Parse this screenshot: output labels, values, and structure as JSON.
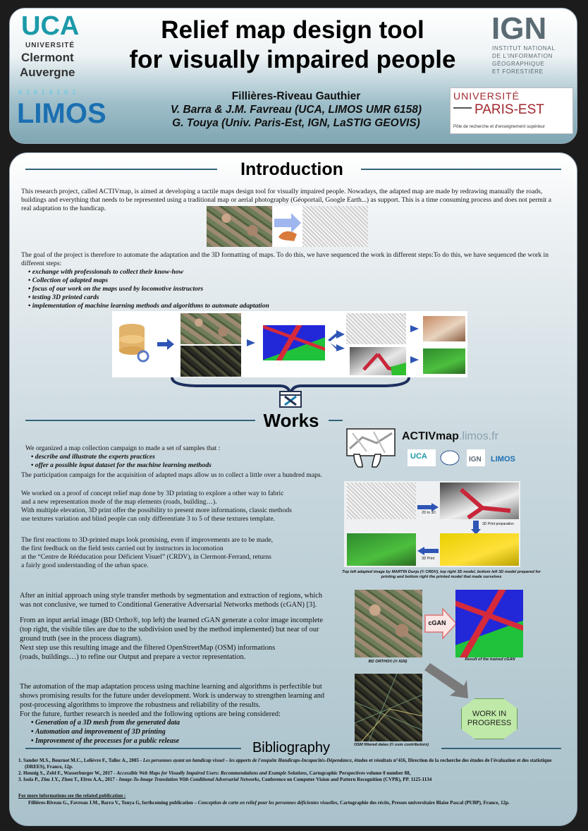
{
  "header": {
    "title_line1": "Relief map design tool",
    "title_line2": "for visually impaired people",
    "author_main": "Fillières-Riveau Gauthier",
    "author_line2": "V. Barra & J.M. Favreau (UCA, LIMOS UMR 6158)",
    "author_line3": "G. Touya (Univ. Paris-Est, IGN, LaSTIG GEOVIS)"
  },
  "logos": {
    "uca_abbr": "UCA",
    "uca_line1": "UNIVERSITÉ",
    "uca_line2": "Clermont",
    "uca_line3": "Auvergne",
    "limos": "LIMOS",
    "ign": "IGN",
    "ign_line1": "INSTITUT NATIONAL",
    "ign_line2": "DE L'INFORMATION",
    "ign_line3": "GÉOGRAPHIQUE",
    "ign_line4": "ET FORESTIÈRE",
    "pe_line1": "UNIVERSITÉ",
    "pe_line2": "PARIS-EST",
    "pe_line3": "Pôle de recherche et d'enseignement supérieur"
  },
  "intro": {
    "title": "Introduction",
    "para1": "This research project, called ACTIVmap, is aimed at developing a tactile maps design tool for visually impaired people. Nowadays, the adapted map are made by redrawing manually the roads, buildings and everything that needs to be represented using a traditional map or aerial photography (Géoportail, Google Earth...) as support. This is a time consuming process and does not permit a real adaptation to the handicap.",
    "para2": "The goal of the project is therefore to automate the adaptation and the 3D formatting of maps. To do this, we have sequenced the work in different steps:To do this, we have sequenced the work in different steps:",
    "bullets": [
      "exchange with professionals to collect their know-how",
      "Collection of adapted maps",
      "focus of our work on the maps used by locomotive instructors",
      "testing 3D printed cards",
      "implementation of machine learning methods and algorithms to automate adaptation"
    ]
  },
  "works": {
    "title": "Works",
    "activmap": "ACTIVmap",
    "activmap_domain": ".limos.fr",
    "para1_intro": "We organized a map collection campaign to made a set of samples that :",
    "para1_bullets": [
      "describe and illustrate the experts practices",
      "offer a possible input dataset for the machine learning methods"
    ],
    "para1_end": "The participation campaign for the acquisition of adapted maps allow us to collect a little over a hundred maps.",
    "para2": [
      "We worked on a proof of concept relief map done by 3D printing to explore a other way to fabric",
      "and a new representation mode of the map elements (roads, building…).",
      "With multiple elevation, 3D print offer the possibility to present more informations, classic methods",
      " use textures variation and blind people can only differentiate 3 to 5 of these textures template."
    ],
    "para3": [
      "The first reactions to 3D-printed maps look promising, even if improvements are to be made,",
      "the first feedback on the field tests carried out by instructors in locomotion",
      "at the “Centre de Rééducation pour Déficient Visuel” (CRDV), in Clermont-Ferrand, returns",
      "a fairly good understanding of the urban space."
    ],
    "label_2dto3d": "2D to 3D",
    "label_prep": "3D Print preparation",
    "label_print": "3D Print",
    "caption1": "Top left adapted image  by  MARTIN Dunja (© CRDV), top right 3D model, bottom left 3D model prepared for printing and bottom right the printed model that made ourselves",
    "para4": [
      "After an initial approach using style transfer methods by segmentation and extraction of regions, which",
      "was not conclusive, we turned to Conditional Generative  Adversarial Networks methods (cGAN) [3]."
    ],
    "para5": [
      "From an input aerial image (BD Ortho®, top left) the learned cGAN generate a color image incomplete",
      "(top right, the visible tiles are due to the subdivision used by the method implemented)  but near of our",
      "ground truth (see in the process diagram).",
      "Next step use this resulting image and the filtered OpenStreetMap (OSM) informations",
      "(roads, buildings…) to refine our Output and prepare a vector representation."
    ],
    "cgan_label": "cGAN",
    "caption_ortho": "BD ORTHO® (© IGN)",
    "caption_result": "Result of the trained cGAN",
    "para6": [
      "The automation of the map adaptation process using machine learning and algorithms is perfectible but",
      "shows promising results for the future under development. Work is underway to strengthen learning and",
      "post-processing algorithms to improve the robustness and reliability of the results.",
      "For the future, further research is needed and the following options are being considered:"
    ],
    "future_bullets": [
      "Generation of a 3D mesh from the generated data",
      "Automation and improvement of 3D printing",
      "Improvement of the processes for a public release"
    ],
    "wip_line1": "WORK IN",
    "wip_line2": "PROGRESS",
    "caption_osm": "OSM filtered datas (© osm contributors)"
  },
  "biblio": {
    "title": "Bibliography",
    "ref1_a": "1. Sander M.S., Bournot M.C., Lelièvre F., Tallec A., 2005 - ",
    "ref1_i": "Les personnes ayant un handicap visuel – les apports de l'enquête Handicaps-Incapacités-Dépendance",
    "ref1_b": ", études et résultats n°416, Direction de la recherche des études de l'évaluation et des statistique (DREES), France, 12p.",
    "ref2_a": "2. Hennig S., Zobl F., Wasserburger W., 2017 - ",
    "ref2_i": "Accessible Web Maps for Visually Impaired Users: Recommendations and Example Solutions",
    "ref2_b": ", Cartographic Perspectives volume 0 number 88,",
    "ref3_a": "3. Isola P., Zhu J.Y., Zhou T., Efros A.A., 2017 - ",
    "ref3_i": "Image-To-Image Translation With Conditional Adversarial Networks",
    "ref3_b": ", Conference on Computer Vision and Pattern Recognition (CVPR), PP. 1125-1134",
    "more_title": "For more informations see the related publication :",
    "more_a": "Fillières-Riveau G., Favreau J.M., Barra V., Touya G, forthcoming publication – ",
    "more_i": "Conception de carte en relief pour les personnes déficientes visuelles",
    "more_b": ", Cartographie des récits, Presses universitaire Blaise Pascal (PUBP), France, 12p."
  },
  "colors": {
    "accent": "#35637a",
    "arrow_blue": "#2e55b5",
    "wip_green": "#bfe9a8"
  }
}
